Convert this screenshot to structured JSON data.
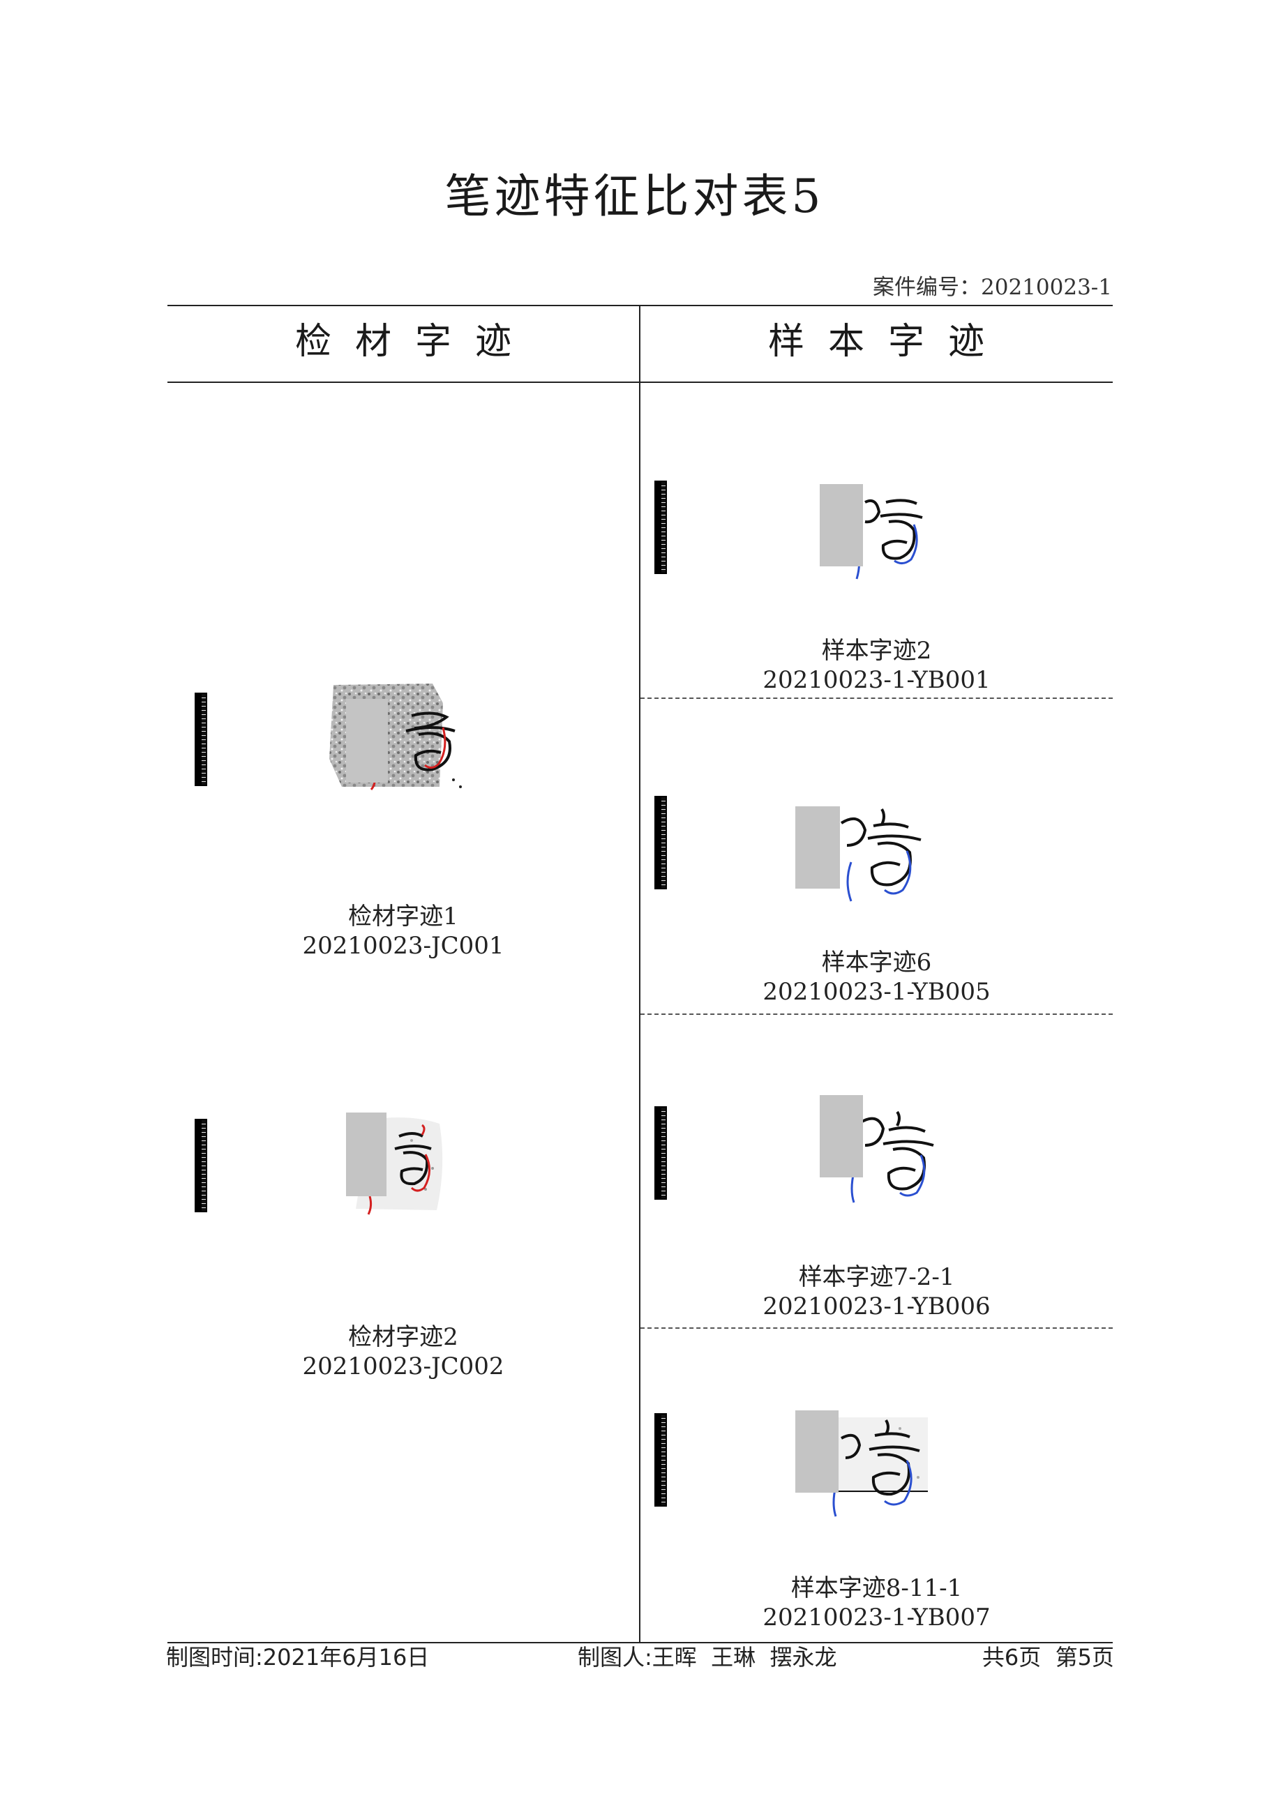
{
  "title": "笔迹特征比对表5",
  "case_number": "案件编号：20210023-1",
  "columns": {
    "questioned": "检材字迹",
    "sample": "样本字迹"
  },
  "questioned_items": [
    {
      "label": "检材字迹1",
      "code": "20210023-JC001"
    },
    {
      "label": "检材字迹2",
      "code": "20210023-JC002"
    }
  ],
  "sample_items": [
    {
      "label": "样本字迹2",
      "code": "20210023-1-YB001"
    },
    {
      "label": "样本字迹6",
      "code": "20210023-1-YB005"
    },
    {
      "label": "样本字迹7-2-1",
      "code": "20210023-1-YB006"
    },
    {
      "label": "样本字迹8-11-1",
      "code": "20210023-1-YB007"
    }
  ],
  "footer": {
    "date": "制图时间:2021年6月16日",
    "authors": "制图人:王晖  王琳  摆永龙",
    "pages": "共6页  第5页"
  },
  "colors": {
    "questioned_marking": "#d42020",
    "sample_marking": "#2a4fd0",
    "redaction": "#c4c4c4"
  }
}
